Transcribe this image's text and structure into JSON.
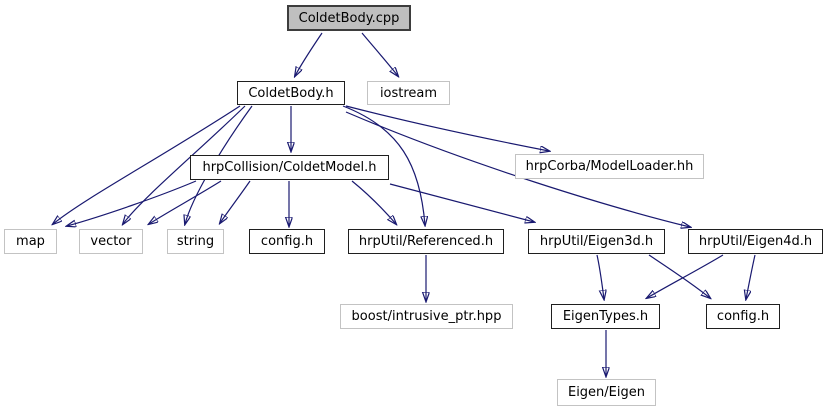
{
  "diagram": {
    "type": "include-dependency-graph",
    "root": "ColdetBody.cpp",
    "colors": {
      "edge": "#191970",
      "current_node_fill": "#bfbfbf",
      "internal_node_border": "#1f1f1f",
      "external_node_border": "#c3c3c3",
      "background": "#ffffff"
    },
    "nodes": {
      "coldetbody_cpp": {
        "label": "ColdetBody.cpp",
        "style": "current"
      },
      "coldetbody_h": {
        "label": "ColdetBody.h",
        "style": "internal"
      },
      "iostream": {
        "label": "iostream",
        "style": "external"
      },
      "coldetmodel_h": {
        "label": "hrpCollision/ColdetModel.h",
        "style": "internal"
      },
      "modelloader_hh": {
        "label": "hrpCorba/ModelLoader.hh",
        "style": "external"
      },
      "map": {
        "label": "map",
        "style": "external"
      },
      "vector": {
        "label": "vector",
        "style": "external"
      },
      "string": {
        "label": "string",
        "style": "external"
      },
      "config_h_1": {
        "label": "config.h",
        "style": "internal"
      },
      "referenced_h": {
        "label": "hrpUtil/Referenced.h",
        "style": "internal"
      },
      "eigen3d_h": {
        "label": "hrpUtil/Eigen3d.h",
        "style": "internal"
      },
      "eigen4d_h": {
        "label": "hrpUtil/Eigen4d.h",
        "style": "internal"
      },
      "intrusive_ptr_hpp": {
        "label": "boost/intrusive_ptr.hpp",
        "style": "external"
      },
      "eigentypes_h": {
        "label": "EigenTypes.h",
        "style": "internal"
      },
      "config_h_2": {
        "label": "config.h",
        "style": "internal"
      },
      "eigen_eigen": {
        "label": "Eigen/Eigen",
        "style": "external"
      }
    },
    "edges": [
      {
        "from": "coldetbody_cpp",
        "to": "coldetbody_h"
      },
      {
        "from": "coldetbody_cpp",
        "to": "iostream"
      },
      {
        "from": "coldetbody_h",
        "to": "coldetmodel_h"
      },
      {
        "from": "coldetbody_h",
        "to": "modelloader_hh"
      },
      {
        "from": "coldetbody_h",
        "to": "eigen4d_h"
      },
      {
        "from": "coldetbody_h",
        "to": "referenced_h"
      },
      {
        "from": "coldetbody_h",
        "to": "map"
      },
      {
        "from": "coldetbody_h",
        "to": "vector"
      },
      {
        "from": "coldetbody_h",
        "to": "string"
      },
      {
        "from": "coldetmodel_h",
        "to": "map"
      },
      {
        "from": "coldetmodel_h",
        "to": "vector"
      },
      {
        "from": "coldetmodel_h",
        "to": "string"
      },
      {
        "from": "coldetmodel_h",
        "to": "config_h_1"
      },
      {
        "from": "coldetmodel_h",
        "to": "referenced_h"
      },
      {
        "from": "coldetmodel_h",
        "to": "eigen3d_h"
      },
      {
        "from": "referenced_h",
        "to": "intrusive_ptr_hpp"
      },
      {
        "from": "eigen3d_h",
        "to": "eigentypes_h"
      },
      {
        "from": "eigen3d_h",
        "to": "config_h_2"
      },
      {
        "from": "eigen4d_h",
        "to": "eigentypes_h"
      },
      {
        "from": "eigen4d_h",
        "to": "config_h_2"
      },
      {
        "from": "eigentypes_h",
        "to": "eigen_eigen"
      }
    ]
  }
}
